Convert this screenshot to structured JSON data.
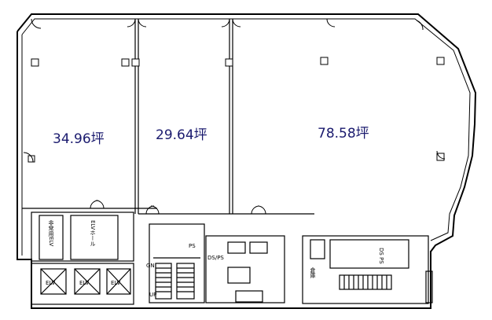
{
  "units": [
    {
      "area": "34.96坪"
    },
    {
      "area": "29.64坪"
    },
    {
      "area": "78.58坪"
    }
  ],
  "core_labels": {
    "elv_hall": "ELVホール",
    "emergency_elv": "非常用ELV",
    "elv": "ELV",
    "ps": "PS",
    "ds": "DS",
    "ds_ps": "DS PS",
    "storage": "倉庫",
    "dsps_small": "DS/PS",
    "gn": "GN",
    "up": "UP"
  },
  "colors": {
    "line": "#000000",
    "area_text": "#1a1a6e",
    "background": "#ffffff"
  }
}
